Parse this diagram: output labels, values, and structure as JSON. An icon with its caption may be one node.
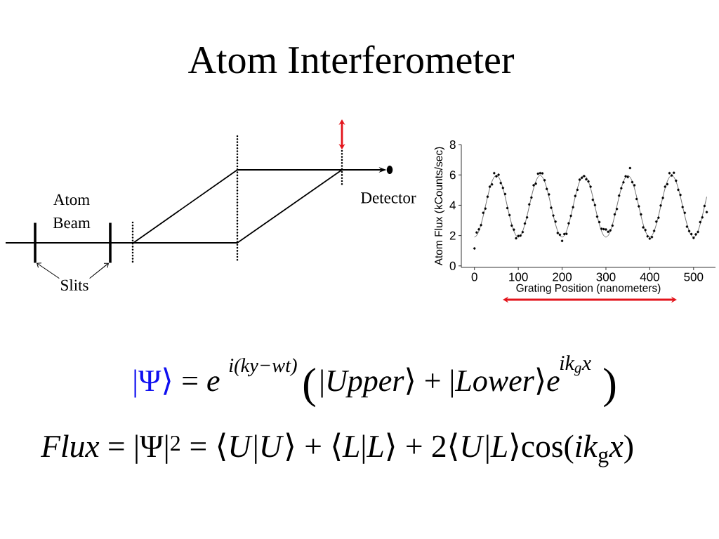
{
  "diagram": {
    "title": "Atom Interferometer",
    "nodes": [
      {
        "text": [],
        "shape": "circle",
        "beside": [
          "Detector"
        ]
      },
      {
        "text": [],
        "shape": "bar"
      },
      {
        "text": [],
        "shape": "bar"
      },
      {
        "text": [
          "Slits"
        ]
      }
    ],
    "edges": [
      {
        "from": null,
        "to": 0,
        "arrow": "to"
      },
      {
        "from": 3,
        "to": 1,
        "arrow": "to"
      },
      {
        "from": 3,
        "to": 2,
        "arrow": "to"
      }
    ],
    "labels": [
      "Atom Beam",
      "|Ψ⟩",
      "= *e*",
      "i(ky−wt)",
      "(",
      "|*Upper*⟩ + |*Lower*⟩*e*",
      "ik$_{g}$x",
      ")",
      "*Flux* = |Ψ|$^{2}$ = ⟨*U*|*U*⟩ + ⟨*L*|*L*⟩ + 2⟨*U*|*L*⟩cos(*ik*$_{g}$*x*)"
    ],
    "chart_data": {
      "type": "scatter",
      "xlabel": "Grating Position (nanometers)",
      "ylabel": "Atom Flux (kCounts/sec)",
      "x": [
        0,
        5,
        10,
        15,
        20,
        25,
        30,
        35,
        40,
        45,
        50,
        55,
        60,
        65,
        70,
        75,
        80,
        85,
        90,
        95,
        100,
        105,
        110,
        115,
        120,
        125,
        130,
        135,
        140,
        145,
        150,
        155,
        160,
        165,
        170,
        175,
        180,
        185,
        190,
        195,
        200,
        205,
        210,
        215,
        220,
        225,
        230,
        235,
        240,
        245,
        250,
        255,
        260,
        265,
        270,
        275,
        280,
        285,
        290,
        295,
        300,
        305,
        310,
        315,
        320,
        325,
        330,
        335,
        340,
        345,
        350,
        355,
        360,
        365,
        370,
        375,
        380,
        385,
        390,
        395,
        400,
        405,
        410,
        415,
        420,
        425,
        430,
        435,
        440,
        445,
        450,
        455,
        460,
        465,
        470,
        475,
        480,
        485,
        490,
        495,
        500,
        505,
        510,
        515,
        520,
        525,
        530
      ],
      "series": [
        {
          "color": "#000000",
          "values": [
            1.15,
            2.2,
            2.41,
            2.69,
            3.5,
            3.78,
            4.56,
            5.22,
            5.37,
            6.12,
            5.91,
            6.01,
            5.47,
            5.14,
            4.74,
            3.81,
            3.35,
            2.66,
            2.39,
            1.82,
            1.97,
            2.0,
            2.23,
            2.79,
            3.2,
            4.05,
            4.51,
            5.32,
            5.42,
            6.08,
            6.12,
            6.1,
            5.65,
            5.07,
            4.71,
            3.83,
            3.32,
            2.92,
            2.17,
            2.05,
            1.65,
            2.1,
            2.11,
            2.81,
            3.3,
            3.87,
            4.61,
            5.02,
            5.69,
            5.81,
            5.92,
            5.71,
            5.57,
            5.22,
            4.36,
            4.01,
            3.25,
            2.89,
            2.45,
            2.42,
            2.4,
            2.25,
            2.34,
            2.66,
            3.4,
            3.75,
            4.63,
            5.12,
            5.51,
            5.91,
            5.86,
            6.45,
            5.52,
            5.32,
            4.41,
            3.93,
            3.4,
            2.54,
            2.37,
            1.95,
            1.8,
            1.9,
            2.31,
            2.92,
            3.18,
            3.98,
            4.48,
            5.22,
            5.39,
            6.12,
            5.96,
            6.14,
            5.62,
            5.02,
            4.68,
            3.88,
            3.5,
            2.59,
            2.29,
            2.1,
            1.85,
            2.08,
            2.24,
            2.89,
            3.2,
            3.95,
            3.55
          ]
        },
        {
          "type": "line",
          "color": "#333333",
          "values": [
            1.9,
            2.0,
            2.29,
            2.74,
            3.3,
            3.93,
            4.56,
            5.12,
            5.57,
            5.86,
            5.96,
            5.86,
            5.57,
            5.12,
            4.56,
            3.93,
            3.3,
            2.74,
            2.29,
            2.0,
            1.9,
            2.0,
            2.29,
            2.74,
            3.3,
            3.93,
            4.56,
            5.12,
            5.57,
            5.86,
            5.96,
            5.86,
            5.57,
            5.12,
            4.56,
            3.93,
            3.3,
            2.74,
            2.29,
            2.0,
            1.9,
            2.0,
            2.29,
            2.74,
            3.3,
            3.93,
            4.56,
            5.12,
            5.57,
            5.86,
            5.96,
            5.86,
            5.57,
            5.12,
            4.56,
            3.93,
            3.3,
            2.74,
            2.29,
            2.0,
            1.9,
            2.0,
            2.29,
            2.74,
            3.3,
            3.93,
            4.56,
            5.12,
            5.57,
            5.86,
            5.96,
            5.86,
            5.57,
            5.12,
            4.56,
            3.93,
            3.3,
            2.74,
            2.29,
            2.0,
            1.9,
            2.0,
            2.29,
            2.74,
            3.3,
            3.93,
            4.56,
            5.12,
            5.57,
            5.86,
            5.96,
            5.86,
            5.57,
            5.12,
            4.56,
            3.93,
            3.3,
            2.74,
            2.29,
            2.0,
            1.9,
            2.0,
            2.29,
            2.74,
            3.3,
            3.93,
            4.56
          ]
        }
      ],
      "xlim": [
        -30,
        550
      ],
      "ylim": [
        -0.1,
        8
      ],
      "xticks": [
        0,
        100,
        200,
        300,
        400,
        500
      ],
      "yticks": [
        0,
        2,
        4,
        6,
        8
      ]
    }
  }
}
